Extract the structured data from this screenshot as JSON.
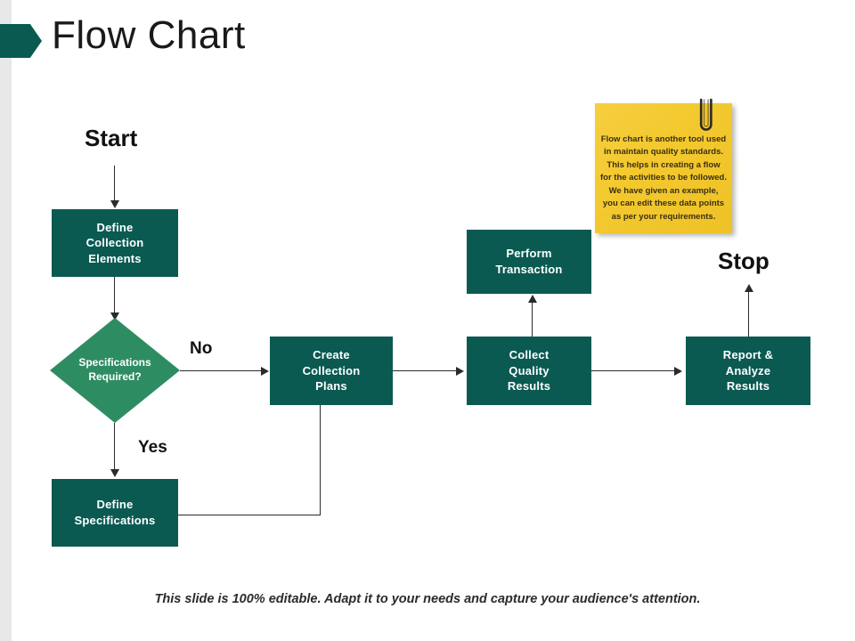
{
  "slide": {
    "title": "Flow Chart",
    "footer_note": "This slide is 100% editable. Adapt it to your needs and capture your audience's attention.",
    "colors": {
      "process_box": "#0a5a52",
      "decision_diamond": "#2e8c63",
      "accent_banner": "#0a5a52",
      "sticky_note": "#f3c92f",
      "connector": "#2b2b2b",
      "left_band": "#e8e8e8",
      "box_text": "#ffffff",
      "label_text": "#111111"
    }
  },
  "diagram": {
    "type": "flowchart",
    "terminators": {
      "start": "Start",
      "stop": "Stop"
    },
    "branch_labels": {
      "yes": "Yes",
      "no": "No"
    },
    "nodes": [
      {
        "id": "define-collection-elements",
        "shape": "process",
        "label": "Define\nCollection\nElements"
      },
      {
        "id": "specifications-required",
        "shape": "decision",
        "label": "Specifications\nRequired?"
      },
      {
        "id": "define-specifications",
        "shape": "process",
        "label": "Define\nSpecifications"
      },
      {
        "id": "create-collection-plans",
        "shape": "process",
        "label": "Create\nCollection\nPlans"
      },
      {
        "id": "collect-quality-results",
        "shape": "process",
        "label": "Collect\nQuality\nResults"
      },
      {
        "id": "perform-transaction",
        "shape": "process",
        "label": "Perform\nTransaction"
      },
      {
        "id": "report-analyze-results",
        "shape": "process",
        "label": "Report &\nAnalyze\nResults"
      }
    ],
    "node_labels": {
      "define_collection_elements_l1": "Define",
      "define_collection_elements_l2": "Collection",
      "define_collection_elements_l3": "Elements",
      "specifications_required_l1": "Specifications",
      "specifications_required_l2": "Required?",
      "define_specifications_l1": "Define",
      "define_specifications_l2": "Specifications",
      "create_collection_plans_l1": "Create",
      "create_collection_plans_l2": "Collection",
      "create_collection_plans_l3": "Plans",
      "collect_quality_results_l1": "Collect",
      "collect_quality_results_l2": "Quality",
      "collect_quality_results_l3": "Results",
      "perform_transaction_l1": "Perform",
      "perform_transaction_l2": "Transaction",
      "report_analyze_results_l1": "Report &",
      "report_analyze_results_l2": "Analyze",
      "report_analyze_results_l3": "Results"
    },
    "edges": [
      {
        "from": "start",
        "to": "define-collection-elements",
        "label": ""
      },
      {
        "from": "define-collection-elements",
        "to": "specifications-required",
        "label": ""
      },
      {
        "from": "specifications-required",
        "to": "create-collection-plans",
        "label": "No"
      },
      {
        "from": "specifications-required",
        "to": "define-specifications",
        "label": "Yes"
      },
      {
        "from": "define-specifications",
        "to": "create-collection-plans",
        "label": ""
      },
      {
        "from": "create-collection-plans",
        "to": "collect-quality-results",
        "label": ""
      },
      {
        "from": "collect-quality-results",
        "to": "perform-transaction",
        "label": ""
      },
      {
        "from": "collect-quality-results",
        "to": "report-analyze-results",
        "label": ""
      },
      {
        "from": "report-analyze-results",
        "to": "stop",
        "label": ""
      }
    ]
  },
  "sticky_note": {
    "text": "Flow chart is another tool used in maintain quality standards.  This helps in creating a flow for the activities to be followed. We have given an example, you can edit these data points as per your requirements.",
    "clip_icon": "paperclip-icon"
  }
}
